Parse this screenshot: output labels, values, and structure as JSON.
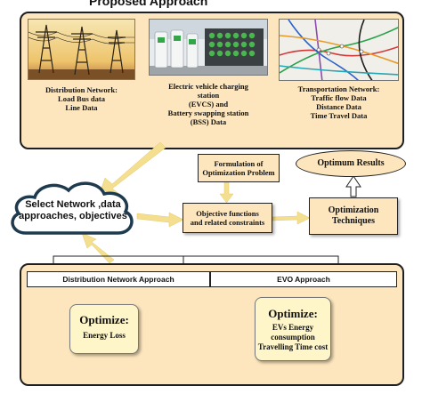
{
  "title": "Proposed Approach",
  "top_panel": {
    "items": [
      {
        "icon": "power-transmission-towers-image",
        "label": "Distribution Network:\nLoad Bus data\nLine Data"
      },
      {
        "icon": "ev-charging-stations-image",
        "label": "Electric vehicle charging\nstation\n(EVCS) and\nBattery swapping station\n(BSS) Data"
      },
      {
        "icon": "transportation-map-image",
        "label": "Transportation Network:\nTraffic flow Data\nDistance Data\nTime Travel Data"
      }
    ]
  },
  "cloud_label": "Select Network ,data\napproaches, objectives",
  "formulation_label": "Formulation of\nOptimization Problem",
  "optimum_label": "Optimum Results",
  "objective_label": "Objective functions\nand related constraints",
  "techniques_label": "Optimization\nTechniques",
  "bottom_panel": {
    "left": {
      "header": "Distribution Network Approach",
      "optimize": "Optimize:",
      "items": "Energy Loss"
    },
    "right": {
      "header": "EVO Approach",
      "optimize": "Optimize:",
      "items": "EVs Energy\nconsumption\nTravelling Time cost"
    }
  },
  "colors": {
    "panel": "#fde6bd",
    "arrow": "#f3df8f",
    "inner": "#fef6c8",
    "cloud_stroke": "#1e3a4e"
  }
}
